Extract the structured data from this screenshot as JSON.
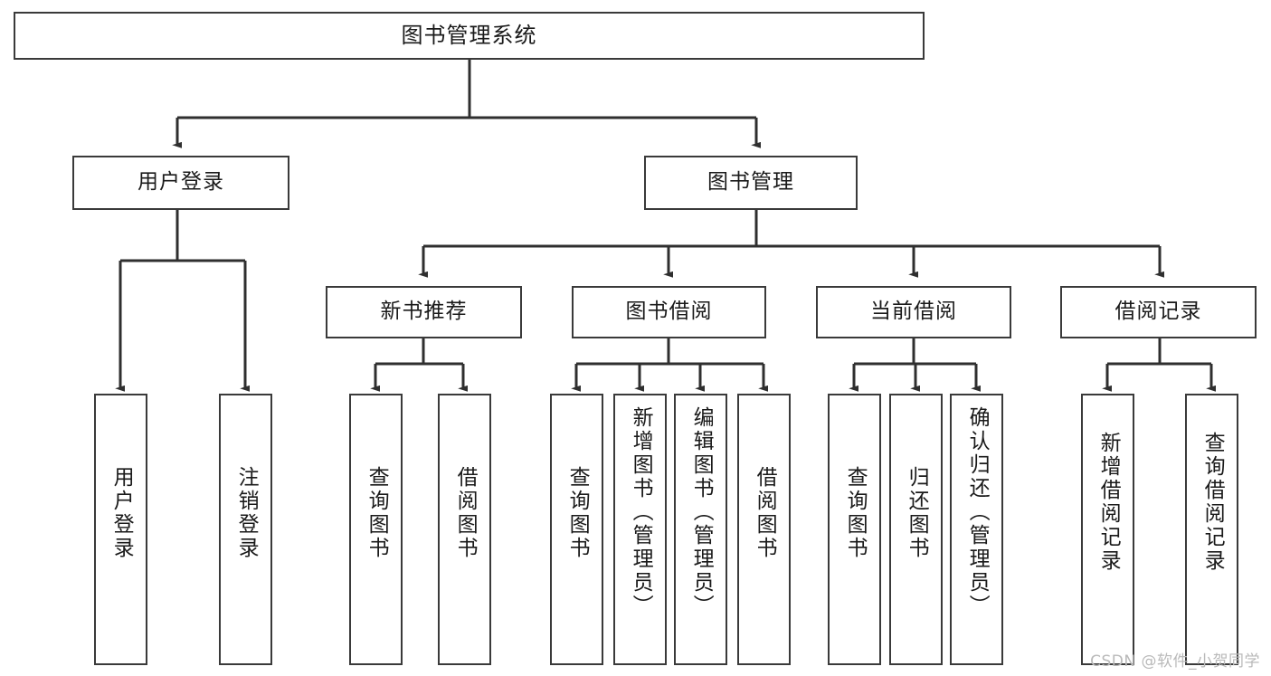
{
  "diagram": {
    "type": "tree",
    "title": "图书管理系统",
    "orientation": "top-down",
    "colors": {
      "box_stroke": "#3a3a3a",
      "box_fill": "#ffffff",
      "edge": "#2f2f2f",
      "text": "#1a1a1a",
      "watermark": "#b9b9b9"
    },
    "root": {
      "id": "root",
      "label": "图书管理系统"
    },
    "level2": [
      {
        "id": "user-login",
        "label": "用户登录"
      },
      {
        "id": "book-manage",
        "label": "图书管理"
      }
    ],
    "level3": [
      {
        "id": "new-book-rec",
        "label": "新书推荐",
        "parent": "book-manage"
      },
      {
        "id": "book-borrow",
        "label": "图书借阅",
        "parent": "book-manage"
      },
      {
        "id": "current-borrow",
        "label": "当前借阅",
        "parent": "book-manage"
      },
      {
        "id": "borrow-record",
        "label": "借阅记录",
        "parent": "book-manage"
      }
    ],
    "leaves": [
      {
        "id": "leaf-user-login",
        "label": "用户登录",
        "parent": "user-login"
      },
      {
        "id": "leaf-logout",
        "label": "注销登录",
        "parent": "user-login"
      },
      {
        "id": "leaf-query-book-1",
        "label": "查询图书",
        "parent": "new-book-rec"
      },
      {
        "id": "leaf-borrow-book-1",
        "label": "借阅图书",
        "parent": "new-book-rec"
      },
      {
        "id": "leaf-query-book-2",
        "label": "查询图书",
        "parent": "book-borrow"
      },
      {
        "id": "leaf-add-book",
        "label": "新增图书（管理员）",
        "parent": "book-borrow"
      },
      {
        "id": "leaf-edit-book",
        "label": "编辑图书（管理员）",
        "parent": "book-borrow"
      },
      {
        "id": "leaf-borrow-book-2",
        "label": "借阅图书",
        "parent": "book-borrow"
      },
      {
        "id": "leaf-query-book-3",
        "label": "查询图书",
        "parent": "current-borrow"
      },
      {
        "id": "leaf-return-book",
        "label": "归还图书",
        "parent": "current-borrow"
      },
      {
        "id": "leaf-confirm-return",
        "label": "确认归还（管理员）",
        "parent": "current-borrow"
      },
      {
        "id": "leaf-add-record",
        "label": "新增借阅记录",
        "parent": "borrow-record"
      },
      {
        "id": "leaf-query-record",
        "label": "查询借阅记录",
        "parent": "borrow-record"
      }
    ]
  },
  "watermark": {
    "text": "CSDN @软件_小贺同学"
  }
}
